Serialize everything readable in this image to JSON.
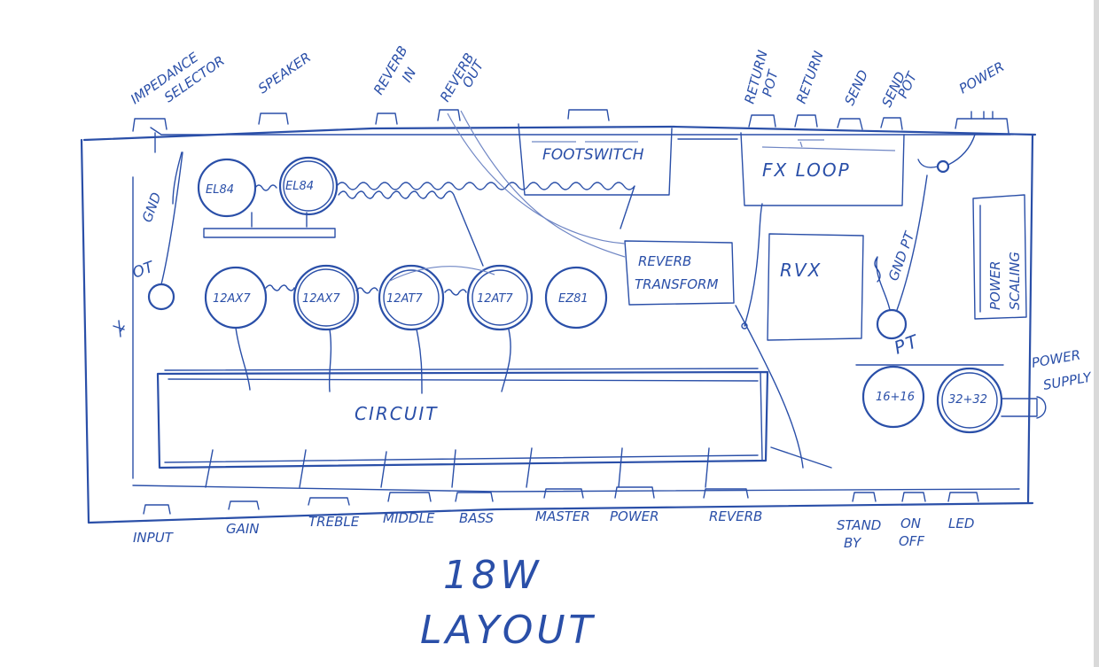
{
  "title": {
    "line1": "18W",
    "line2": "LAYOUT"
  },
  "top_labels": {
    "impedance_selector": [
      "IMPEDANCE",
      "SELECTOR"
    ],
    "speaker": "SPEAKER",
    "reverb_in": [
      "REVERB",
      "IN"
    ],
    "reverb_out": [
      "REVERB",
      "OUT"
    ],
    "return_pot": [
      "RETURN",
      "POT"
    ],
    "return": "RETURN",
    "send": "SEND",
    "send_pot": [
      "SEND",
      "POT"
    ],
    "power": "POWER"
  },
  "front_labels": {
    "input": "INPUT",
    "gain": "GAIN",
    "treble": "TREBLE",
    "middle": "MIDDLE",
    "bass": "BASS",
    "master": "MASTER",
    "power": "POWER",
    "reverb": "REVERB",
    "standby": [
      "STAND",
      "BY"
    ],
    "on_off": [
      "ON",
      "OFF"
    ],
    "led": "LED"
  },
  "side_labels": {
    "gnd": "GND",
    "ot": "OT",
    "gnd_pt": "GND PT",
    "pt": "PT",
    "power_supply": [
      "POWER",
      "SUPPLY"
    ]
  },
  "components": {
    "power_tubes": [
      "EL84",
      "EL84"
    ],
    "preamp_tubes": [
      "12AX7",
      "12AX7",
      "12AT7",
      "12AT7"
    ],
    "rectifier": "EZ81",
    "footswitch": "FOOTSWITCH",
    "fx_loop": "FX LOOP",
    "reverb_transformer": [
      "REVERB",
      "TRANSFORM"
    ],
    "rvx": "RVX",
    "power_scaling": [
      "POWER",
      "SCALING"
    ],
    "circuit": "CIRCUIT",
    "caps": [
      "16+16",
      "32+32"
    ]
  }
}
